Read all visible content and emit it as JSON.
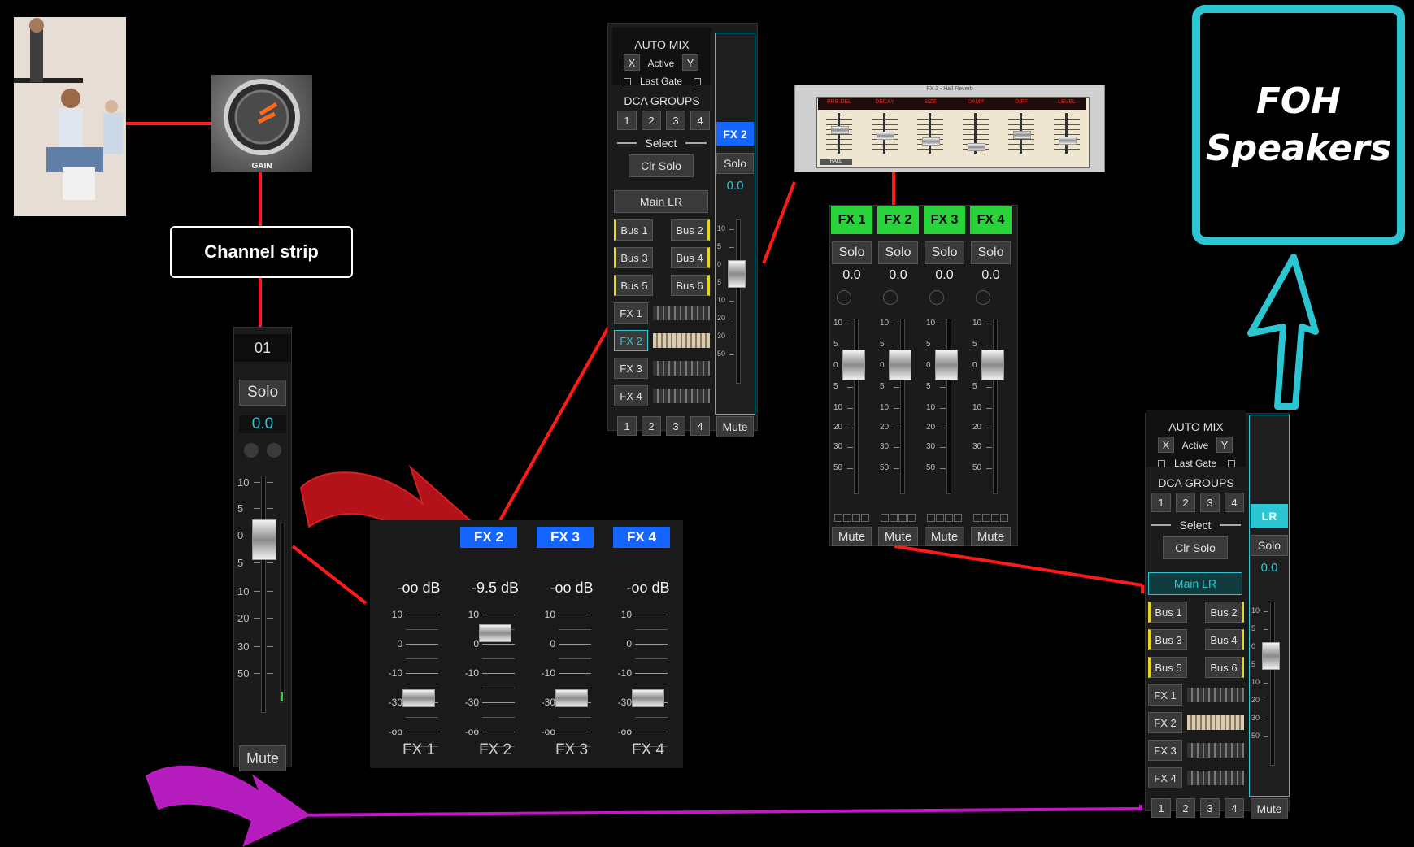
{
  "photo_label": "performer photo",
  "gain_knob": {
    "label": "GAIN"
  },
  "channel_strip_box": {
    "label": "Channel strip"
  },
  "foh": {
    "line1": "FOH",
    "line2": "Speakers"
  },
  "input_strip": {
    "number": "01",
    "solo": "Solo",
    "value": "0.0",
    "scale": [
      "10",
      "5",
      "0",
      "5",
      "10",
      "20",
      "30",
      "50"
    ],
    "mute": "Mute"
  },
  "fx_sends": {
    "headers": [
      "FX 2",
      "FX 3",
      "FX 4"
    ],
    "levels": [
      "-oo dB",
      "-9.5 dB",
      "-oo dB",
      "-oo dB"
    ],
    "scale": [
      "10",
      "0",
      "-10",
      "-30",
      "-oo"
    ],
    "names": [
      "FX 1",
      "FX 2",
      "FX 3",
      "FX 4"
    ]
  },
  "routing_panel": {
    "auto_mix": "AUTO MIX",
    "x": "X",
    "active": "Active",
    "y": "Y",
    "last_gate": "Last Gate",
    "dca_groups": "DCA GROUPS",
    "dca": [
      "1",
      "2",
      "3",
      "4"
    ],
    "select": "Select",
    "clr_solo": "Clr Solo",
    "main_lr": "Main LR",
    "buses": [
      "Bus 1",
      "Bus 2",
      "Bus 3",
      "Bus 4",
      "Bus 5",
      "Bus 6"
    ],
    "fx": [
      "FX 1",
      "FX 2",
      "FX 3",
      "FX 4"
    ],
    "bottom": [
      "1",
      "2",
      "3",
      "4"
    ],
    "side_label": "FX 2",
    "side_solo": "Solo",
    "side_value": "0.0",
    "side_mute": "Mute",
    "side_scale": [
      "10",
      "5",
      "0",
      "5",
      "10",
      "20",
      "30",
      "50"
    ]
  },
  "reverb_plugin": {
    "title": "FX 2 - Hall Reverb",
    "params": [
      "PRE DEL",
      "DECAY",
      "SIZE",
      "DAMP",
      "DIFF",
      "LEVEL"
    ],
    "modes": [
      "HALL"
    ]
  },
  "fx_returns": {
    "labels": [
      "FX 1",
      "FX 2",
      "FX 3",
      "FX 4"
    ],
    "solo": "Solo",
    "values": [
      "0.0",
      "0.0",
      "0.0",
      "0.0"
    ],
    "scale": [
      "10",
      "5",
      "0",
      "5",
      "10",
      "20",
      "30",
      "50"
    ],
    "mute": "Mute"
  },
  "main_panel": {
    "auto_mix": "AUTO MIX",
    "x": "X",
    "active": "Active",
    "y": "Y",
    "last_gate": "Last Gate",
    "dca_groups": "DCA GROUPS",
    "dca": [
      "1",
      "2",
      "3",
      "4"
    ],
    "select": "Select",
    "clr_solo": "Clr Solo",
    "main_lr": "Main LR",
    "buses": [
      "Bus 1",
      "Bus 2",
      "Bus 3",
      "Bus 4",
      "Bus 5",
      "Bus 6"
    ],
    "fx": [
      "FX 1",
      "FX 2",
      "FX 3",
      "FX 4"
    ],
    "bottom": [
      "1",
      "2",
      "3",
      "4"
    ],
    "side_label": "LR",
    "side_solo": "Solo",
    "side_value": "0.0",
    "side_mute": "Mute",
    "side_scale": [
      "10",
      "5",
      "0",
      "5",
      "10",
      "20",
      "30",
      "50"
    ]
  },
  "colors": {
    "wire_red": "#ff1a1a",
    "wire_magenta": "#c318c8",
    "arrow_red": "#b3121b",
    "arrow_magenta": "#b51cbd",
    "accent_cyan": "#2cc6d3",
    "fx_blue": "#1565ff",
    "fx_green": "#29d43a"
  }
}
